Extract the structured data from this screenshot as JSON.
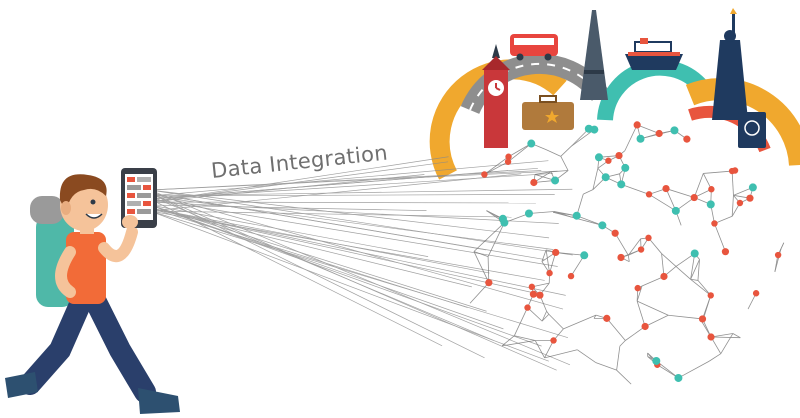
{
  "caption": "Data Integration",
  "colors": {
    "orange": "#f0a82e",
    "teal": "#3fbfb0",
    "red": "#e8553e",
    "navy": "#1f3a5f",
    "gray_node": "#9a9a9a",
    "line": "#6b6b6b",
    "shirt": "#f26b38",
    "backpack": "#4fb8a8",
    "hair": "#8a4a20",
    "jeans": "#2a3f6b"
  },
  "icons": [
    "traveler",
    "smartphone",
    "big-ben",
    "eiffel-tower",
    "statue-of-liberty",
    "bus",
    "cruise-ship",
    "suitcase",
    "passport",
    "road",
    "network-globe"
  ]
}
